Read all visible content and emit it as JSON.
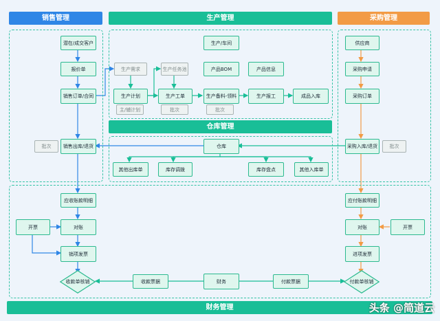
{
  "headers": {
    "sales": "销售管理",
    "production": "生产管理",
    "purchase": "采购管理",
    "warehouse": "仓库管理",
    "finance": "财务管理"
  },
  "sales": {
    "customer": "潜在/成交客户",
    "quote": "报价单",
    "order": "销售订单/合同",
    "outbound": "销售出库/退货",
    "batch": "批次"
  },
  "production": {
    "workshop": "生产/车间",
    "demand": "生产需求",
    "task_pool": "生产任务池",
    "bom": "产品BOM",
    "product_info": "产品信息",
    "plan": "生产计划",
    "work_order": "生产工单",
    "material": "生产备料-领料",
    "report": "生产报工",
    "finished_in": "成品入库",
    "main_plan": "主/辅计划",
    "batch_a": "批次",
    "batch_b": "批次"
  },
  "warehouse": {
    "warehouse": "仓库",
    "other_out": "其他出库单",
    "transfer": "库存调拨",
    "stocktake": "库存盘点",
    "other_in": "其他入库单"
  },
  "purchase": {
    "supplier": "供应商",
    "request": "采购申请",
    "order": "采购订单",
    "inbound": "采购入库/退货",
    "batch": "批次"
  },
  "finance": {
    "receivable_detail": "应收账款明细",
    "payable_detail": "应付账款明细",
    "invoice_left": "开票",
    "invoice_right": "开票",
    "reconcile_left": "对账",
    "reconcile_right": "对账",
    "sales_invoice": "销项发票",
    "purchase_invoice": "进项发票",
    "collection_verify": "收款单核销",
    "payment_verify": "付款单核销",
    "collection_bill": "收款票据",
    "payment_bill": "付款票据",
    "finance": "财务"
  },
  "watermark": "头条 @简道云",
  "colors": {
    "sales_header": "#2f86e6",
    "green_header": "#19be97",
    "purchase_header": "#f29b45",
    "node_fill": "#dff6ee",
    "node_border": "#2bb98f"
  }
}
